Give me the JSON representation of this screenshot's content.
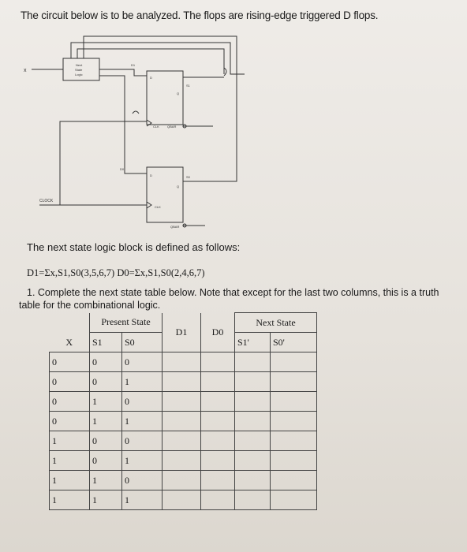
{
  "heading": "The circuit below is to be analyzed.  The flops are rising-edge triggered D flops.",
  "diagram": {
    "x_label": "x",
    "logic_block_lines": [
      "Next",
      "State",
      "Logic"
    ],
    "d1_label": "D1",
    "d0_label": "D0",
    "d_pin": "D",
    "q_pin": "Q",
    "clk_pin": "CLK",
    "qbar_pin": "QBAR",
    "s1_label": "S1",
    "s0_label": "S0",
    "clock_label": "CLOCK"
  },
  "intro": "The next state logic block is defined as follows:",
  "equations": "D1=Σx,S1,S0(3,5,6,7)  D0=Σx,S1,S0(2,4,6,7)",
  "question": {
    "line1": "1. Complete the next state table below.  Note that except for the last two columns, this is a truth",
    "line2": "table for the combinational logic."
  },
  "table": {
    "present_state": "Present State",
    "next_state": "Next State",
    "col_x": "X",
    "col_s1": "S1",
    "col_s0": "S0",
    "col_d1": "D1",
    "col_d0": "D0",
    "col_s1n": "S1'",
    "col_s0n": "S0'",
    "rows": [
      [
        "0",
        "0",
        "0"
      ],
      [
        "0",
        "0",
        "1"
      ],
      [
        "0",
        "1",
        "0"
      ],
      [
        "0",
        "1",
        "1"
      ],
      [
        "1",
        "0",
        "0"
      ],
      [
        "1",
        "0",
        "1"
      ],
      [
        "1",
        "1",
        "0"
      ],
      [
        "1",
        "1",
        "1"
      ]
    ]
  }
}
